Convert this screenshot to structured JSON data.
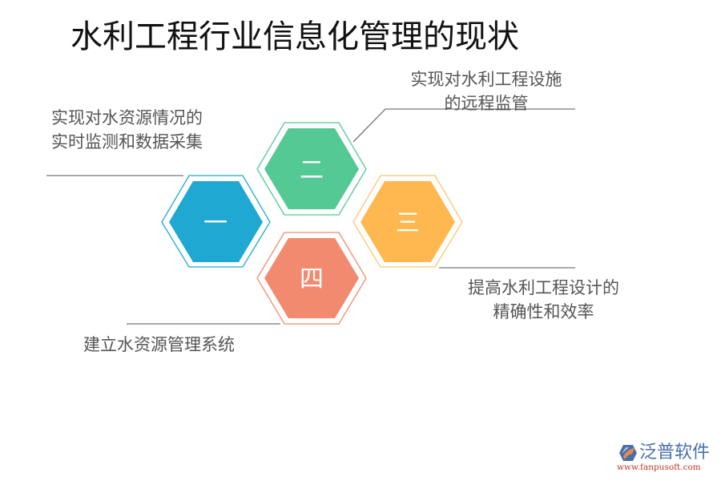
{
  "slide": {
    "title": "水利工程行业信息化管理的现状"
  },
  "hexagons": [
    {
      "id": "one",
      "numeral": "一",
      "color": "#1fa8d2",
      "border": "#1fa8d2",
      "description": "实现对水资源情况的实时监测和数据采集"
    },
    {
      "id": "two",
      "numeral": "二",
      "color": "#55c994",
      "border": "#55c994",
      "description": "实现对水利工程设施的远程监管"
    },
    {
      "id": "three",
      "numeral": "三",
      "color": "#ffb84f",
      "border": "#ffb84f",
      "description": "提高水利工程设计的精确性和效率"
    },
    {
      "id": "four",
      "numeral": "四",
      "color": "#f28a70",
      "border": "#f28a70",
      "description": "建立水资源管理系统"
    }
  ],
  "labels": {
    "one": {
      "line1": "实现对水资源情况的",
      "line2": "实时监测和数据采集"
    },
    "two": {
      "line1": "实现对水利工程设施",
      "line2": "的远程监管"
    },
    "three": {
      "line1": "提高水利工程设计的",
      "line2": "精确性和效率"
    },
    "four": {
      "line1": "建立水资源管理系统"
    }
  },
  "logo": {
    "name": "泛普软件",
    "url": "www.fanpusoft.com"
  }
}
